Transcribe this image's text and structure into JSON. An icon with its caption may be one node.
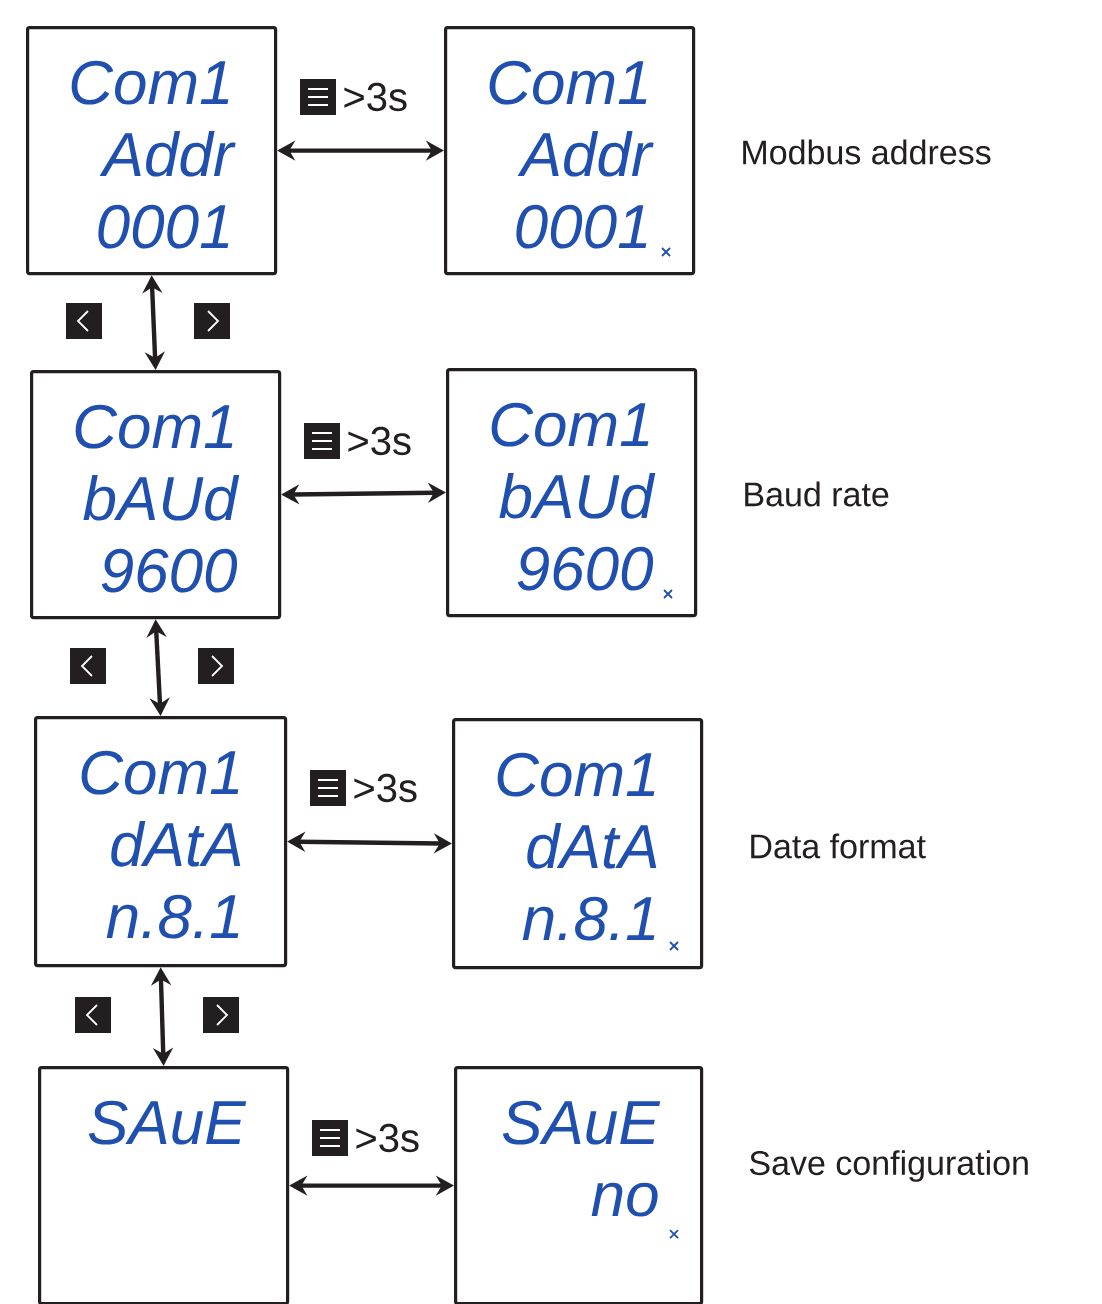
{
  "diagram": {
    "nodes": [
      {
        "text": [
          "Com1",
          "Addr",
          "0001"
        ]
      },
      {
        "text": [
          "Com1",
          "Addr",
          "0001"
        ],
        "beside": [
          "Modbus address"
        ]
      },
      {
        "text": [
          "Com1",
          "bAUd",
          "9600"
        ]
      },
      {
        "text": [
          "Com1",
          "bAUd",
          "9600"
        ],
        "beside": [
          "Baud rate"
        ]
      },
      {
        "text": [
          "Com1",
          "dAtA",
          "n.8.1"
        ]
      },
      {
        "text": [
          "Com1",
          "dAtA",
          "n.8.1"
        ],
        "beside": [
          "Data format"
        ]
      },
      {
        "text": [
          "SAuE"
        ]
      },
      {
        "text": [
          "SAuE",
          "no"
        ],
        "beside": [
          "Save configuration"
        ]
      }
    ],
    "edges": [
      {
        "from": 0,
        "to": 1,
        "arrow": "both",
        "label": ">3s"
      },
      {
        "from": 0,
        "to": 2,
        "arrow": "both"
      },
      {
        "from": 2,
        "to": 3,
        "arrow": "both",
        "label": ">3s"
      },
      {
        "from": 2,
        "to": 4,
        "arrow": "both"
      },
      {
        "from": 4,
        "to": 5,
        "arrow": "both",
        "label": ">3s"
      },
      {
        "from": 4,
        "to": 6,
        "arrow": "both"
      },
      {
        "from": 6,
        "to": 7,
        "arrow": "both",
        "label": ">3s"
      }
    ]
  }
}
